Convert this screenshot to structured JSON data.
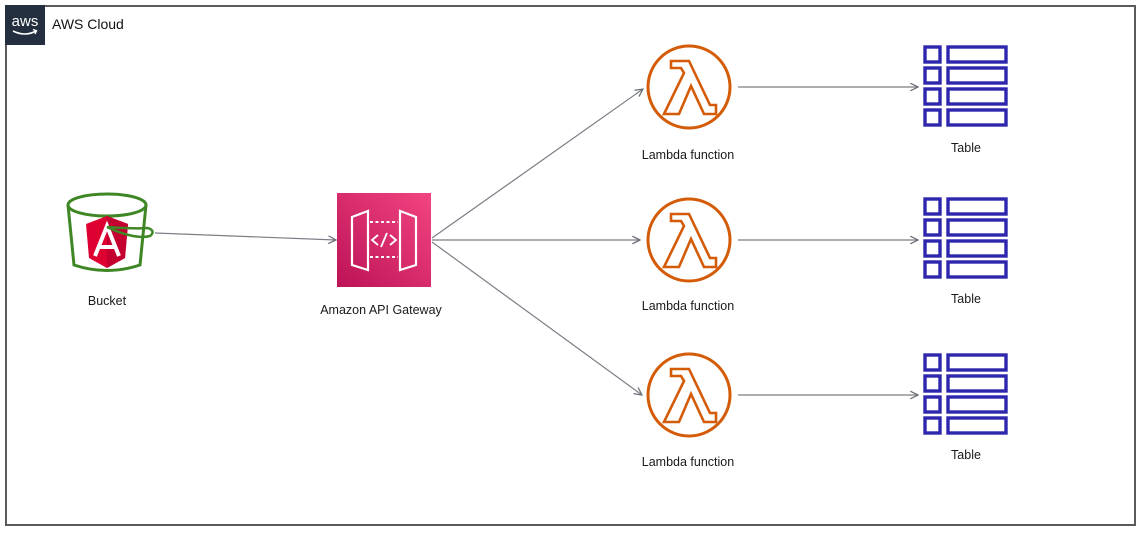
{
  "group": {
    "title": "AWS Cloud",
    "logo": "aws-logo-icon",
    "border_color": "#5a5a5a",
    "badge_color": "#232f3e"
  },
  "nodes": {
    "bucket": {
      "label": "Bucket",
      "icon": "s3-bucket-angular-icon",
      "color": "#3f8624"
    },
    "api": {
      "label": "Amazon API Gateway",
      "icon": "api-gateway-icon",
      "color": "#e7157b"
    },
    "lambdas": [
      {
        "label": "Lambda function",
        "icon": "lambda-icon"
      },
      {
        "label": "Lambda function",
        "icon": "lambda-icon"
      },
      {
        "label": "Lambda function",
        "icon": "lambda-icon"
      }
    ],
    "tables": [
      {
        "label": "Table",
        "icon": "dynamodb-table-icon"
      },
      {
        "label": "Table",
        "icon": "dynamodb-table-icon"
      },
      {
        "label": "Table",
        "icon": "dynamodb-table-icon"
      }
    ],
    "lambda_color": "#d45b07",
    "table_color": "#2e27ad"
  },
  "edges": [
    {
      "from": "bucket",
      "to": "api"
    },
    {
      "from": "api",
      "to": "lambda-1"
    },
    {
      "from": "api",
      "to": "lambda-2"
    },
    {
      "from": "api",
      "to": "lambda-3"
    },
    {
      "from": "lambda-1",
      "to": "table-1"
    },
    {
      "from": "lambda-2",
      "to": "table-2"
    },
    {
      "from": "lambda-3",
      "to": "table-3"
    }
  ]
}
